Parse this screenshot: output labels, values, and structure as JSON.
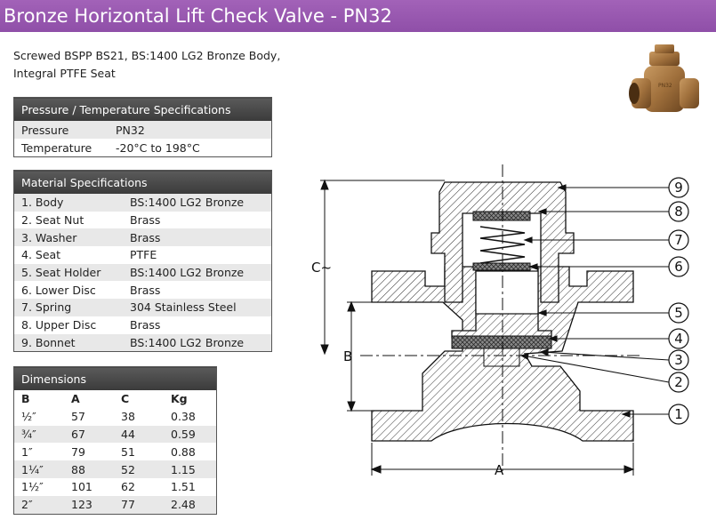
{
  "title": "Bronze Horizontal Lift Check Valve - PN32",
  "description": [
    "Screwed BSPP BS21, BS:1400 LG2 Bronze Body,",
    "Integral PTFE Seat"
  ],
  "pressure_temperature": {
    "heading": "Pressure / Temperature Specifications",
    "rows": [
      {
        "label": "Pressure",
        "value": "PN32"
      },
      {
        "label": "Temperature",
        "value": "-20°C to 198°C"
      }
    ]
  },
  "materials": {
    "heading": "Material Specifications",
    "rows": [
      {
        "part": "1. Body",
        "material": "BS:1400 LG2 Bronze"
      },
      {
        "part": "2. Seat Nut",
        "material": "Brass"
      },
      {
        "part": "3. Washer",
        "material": "Brass"
      },
      {
        "part": "4. Seat",
        "material": "PTFE"
      },
      {
        "part": "5. Seat Holder",
        "material": "BS:1400 LG2 Bronze"
      },
      {
        "part": "6. Lower Disc",
        "material": "Brass"
      },
      {
        "part": "7. Spring",
        "material": "304 Stainless Steel"
      },
      {
        "part": "8. Upper Disc",
        "material": "Brass"
      },
      {
        "part": "9. Bonnet",
        "material": "BS:1400 LG2 Bronze"
      }
    ]
  },
  "dimensions": {
    "heading": "Dimensions",
    "columns": [
      "B",
      "A",
      "C",
      "Kg"
    ],
    "rows": [
      [
        "½″",
        "57",
        "38",
        "0.38"
      ],
      [
        "¾″",
        "67",
        "44",
        "0.59"
      ],
      [
        "1″",
        "79",
        "51",
        "0.88"
      ],
      [
        "1¼″",
        "88",
        "52",
        "1.15"
      ],
      [
        "1½″",
        "101",
        "62",
        "1.51"
      ],
      [
        "2″",
        "123",
        "77",
        "2.48"
      ]
    ]
  },
  "diagram": {
    "callouts": [
      "9",
      "8",
      "7",
      "6",
      "5",
      "4",
      "3",
      "2",
      "1"
    ],
    "dim_labels": {
      "c": "C~",
      "b": "B",
      "a": "A"
    }
  },
  "colors": {
    "title_bar": "#9b59b6",
    "table_header": "#444444",
    "bronze": "#a0703c"
  }
}
